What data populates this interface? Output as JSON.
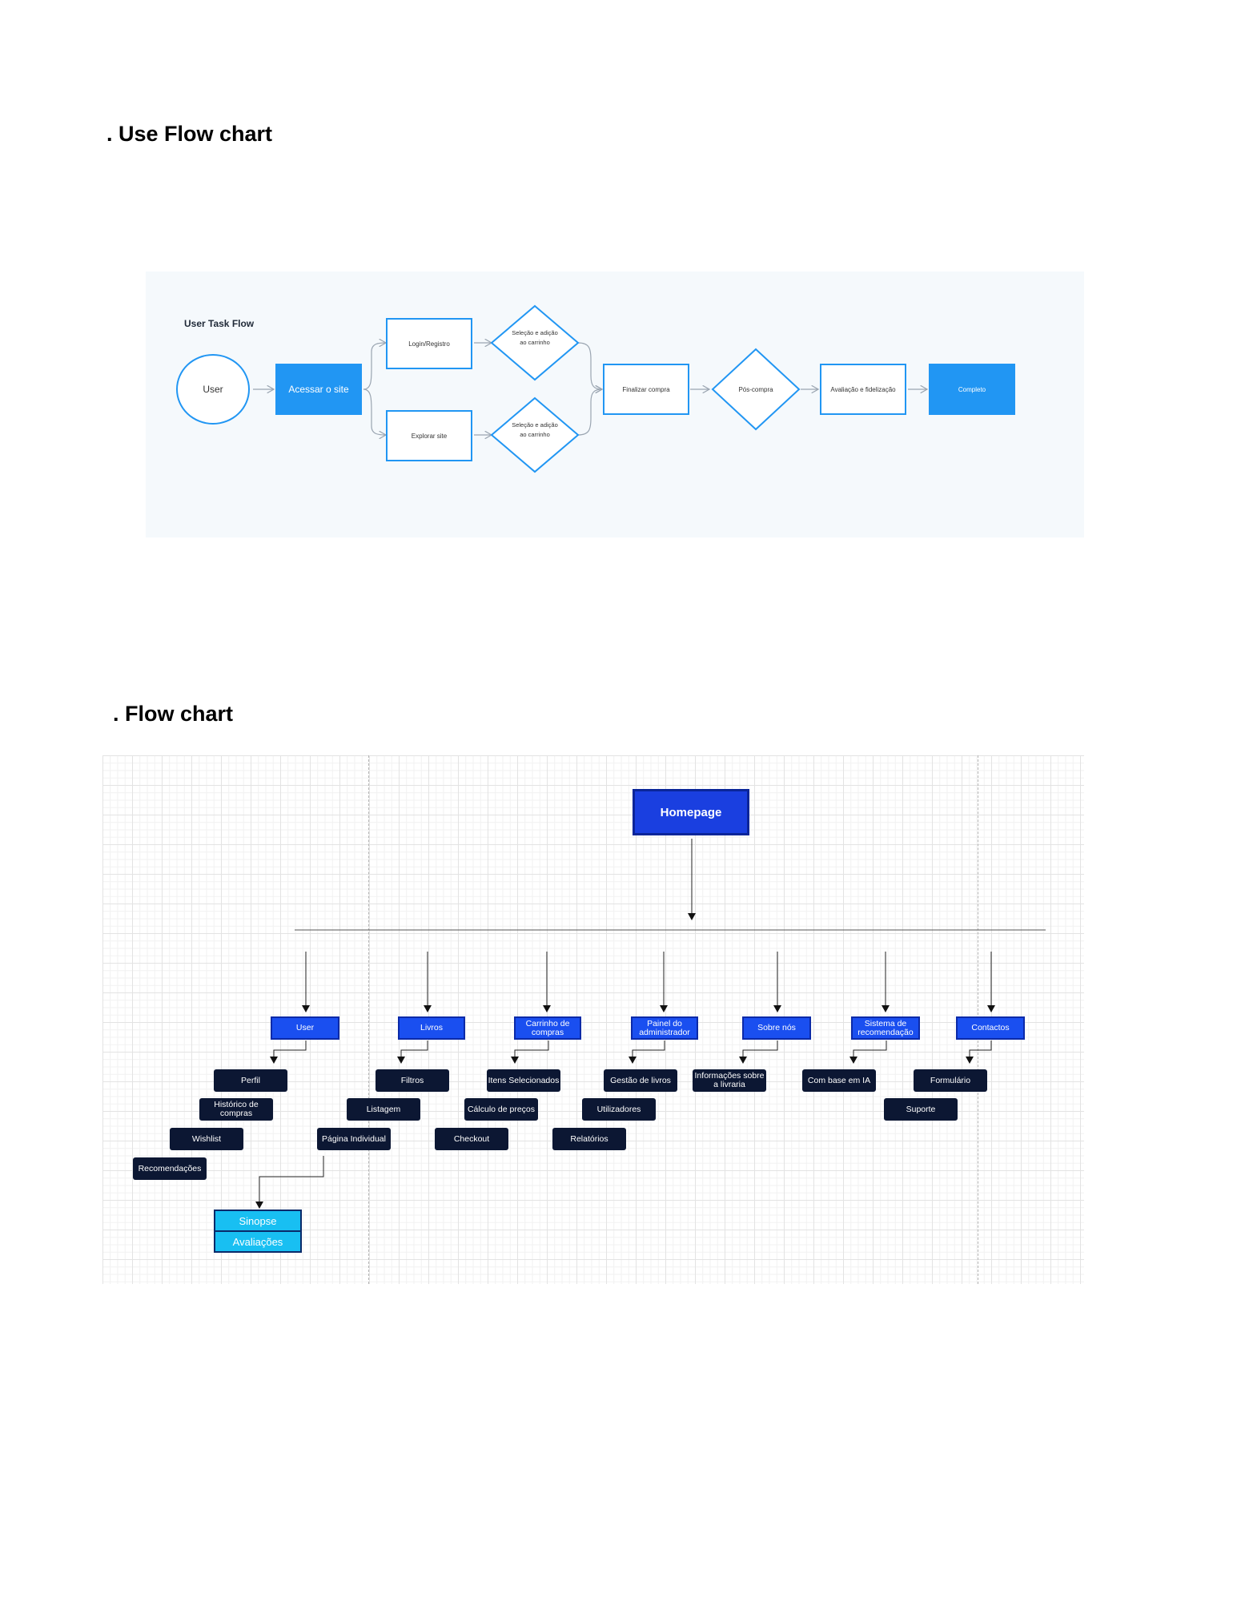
{
  "sections": {
    "use_flow_heading": ". Use Flow chart",
    "flow_heading": ". Flow chart"
  },
  "task_flow": {
    "title": "User Task Flow",
    "nodes": {
      "user": "User",
      "access": "Acessar o site",
      "login": "Login/Registro",
      "explore": "Explorar site",
      "select_top": "Seleção e adição ao carrinho",
      "select_bottom": "Seleção e adição ao carrinho",
      "checkout": "Finalizar compra",
      "post": "Pós-compra",
      "loyalty": "Avaliação e fidelização",
      "done": "Completo"
    }
  },
  "site_map": {
    "root": "Homepage",
    "categories": [
      {
        "label": "User",
        "children": [
          "Perfil",
          "Histórico de compras",
          "Wishlist",
          "Recomendações"
        ]
      },
      {
        "label": "Livros",
        "children": [
          "Filtros",
          "Listagem",
          "Página Individual"
        ]
      },
      {
        "label": "Carrinho de compras",
        "children": [
          "Itens Selecionados",
          "Cálculo de preços",
          "Checkout"
        ]
      },
      {
        "label": "Painel do administrador",
        "children": [
          "Gestão de livros",
          "Utilizadores",
          "Relatórios"
        ]
      },
      {
        "label": "Sobre nós",
        "children": [
          "Informações sobre a livraria"
        ]
      },
      {
        "label": "Sistema de recomendação",
        "children": [
          "Com base em IA"
        ]
      },
      {
        "label": "Contactos",
        "children": [
          "Formulário",
          "Suporte"
        ]
      }
    ],
    "page_detail": [
      "Sinopse",
      "Avaliações"
    ]
  },
  "colors": {
    "flow_accent": "#2196f3",
    "homepage_fill": "#1a3fe0",
    "category_fill": "#1a4ff0",
    "sub_fill": "#0c1733",
    "leaf_fill": "#18bff2"
  }
}
